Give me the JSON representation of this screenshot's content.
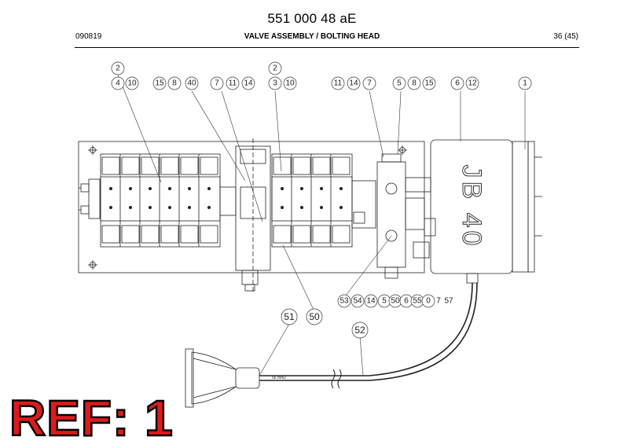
{
  "header": {
    "doc_number": "551 000 48 aE",
    "date_code": "090819",
    "title": "VALVE ASSEMBLY / BOLTING HEAD",
    "page": "36 (45)"
  },
  "drawing": {
    "balloons": [
      {
        "id": "b1",
        "label": "2"
      },
      {
        "id": "b2",
        "label": "4"
      },
      {
        "id": "b3",
        "label": "10"
      },
      {
        "id": "b4",
        "label": "15"
      },
      {
        "id": "b5",
        "label": "8"
      },
      {
        "id": "b6",
        "label": "40"
      },
      {
        "id": "b7",
        "label": "7"
      },
      {
        "id": "b8",
        "label": "11"
      },
      {
        "id": "b9",
        "label": "14"
      },
      {
        "id": "b10",
        "label": "2"
      },
      {
        "id": "b11",
        "label": "3"
      },
      {
        "id": "b12",
        "label": "10"
      },
      {
        "id": "b13",
        "label": "11"
      },
      {
        "id": "b14",
        "label": "14"
      },
      {
        "id": "b15",
        "label": "7"
      },
      {
        "id": "b16",
        "label": "5"
      },
      {
        "id": "b17",
        "label": "8"
      },
      {
        "id": "b18",
        "label": "15"
      },
      {
        "id": "b19",
        "label": "6"
      },
      {
        "id": "b20",
        "label": "12"
      },
      {
        "id": "b21",
        "label": "1"
      },
      {
        "id": "b22",
        "label": "53"
      },
      {
        "id": "b23",
        "label": "54"
      },
      {
        "id": "b24",
        "label": "14"
      },
      {
        "id": "b25",
        "label": "5"
      },
      {
        "id": "b26",
        "label": "50"
      },
      {
        "id": "b27",
        "label": "6"
      },
      {
        "id": "b28",
        "label": "55"
      },
      {
        "id": "b29",
        "label": "0"
      },
      {
        "id": "b30",
        "label": "7"
      },
      {
        "id": "b31",
        "label": "57"
      },
      {
        "id": "b32",
        "label": "51"
      },
      {
        "id": "b33",
        "label": "50"
      },
      {
        "id": "b34",
        "label": "52"
      }
    ],
    "box_label": "JB 40",
    "cable_label": "56 mm2"
  },
  "stamp": {
    "text": "REF: 1"
  }
}
